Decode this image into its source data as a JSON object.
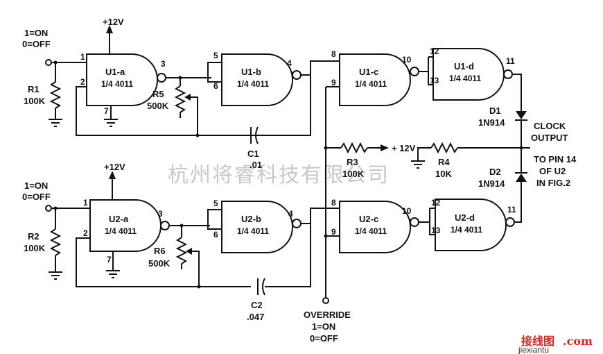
{
  "supply": {
    "u1": "+12V",
    "u2": "+12V",
    "r3": "+ 12V"
  },
  "switch_labels": {
    "u1_on": "1=ON",
    "u1_off": "0=OFF",
    "u2_on": "1=ON",
    "u2_off": "0=OFF"
  },
  "override": {
    "title": "OVERRIDE",
    "on": "1=ON",
    "off": "0=OFF"
  },
  "gates": {
    "u1a": {
      "name": "U1-a",
      "part": "1/4 4011",
      "in1": "1",
      "in2": "2",
      "gnd": "7",
      "out": "3"
    },
    "u1b": {
      "name": "U1-b",
      "part": "1/4 4011",
      "in1": "5",
      "in2": "6",
      "out": "4"
    },
    "u1c": {
      "name": "U1-c",
      "part": "1/4 4011",
      "in1": "8",
      "in2": "9",
      "out": "10"
    },
    "u1d": {
      "name": "U1-d",
      "part": "1/4 4011",
      "in1": "12",
      "in2": "13",
      "out": "11"
    },
    "u2a": {
      "name": "U2-a",
      "part": "1/4 4011",
      "in1": "1",
      "in2": "2",
      "gnd": "7",
      "out": "3"
    },
    "u2b": {
      "name": "U2-b",
      "part": "1/4 4011",
      "in1": "5",
      "in2": "6",
      "out": "4"
    },
    "u2c": {
      "name": "U2-c",
      "part": "1/4 4011",
      "in1": "8",
      "in2": "9",
      "out": "10"
    },
    "u2d": {
      "name": "U2-d",
      "part": "1/4 4011",
      "in1": "12",
      "in2": "13",
      "out": "11"
    }
  },
  "components": {
    "r1": {
      "name": "R1",
      "value": "100K"
    },
    "r2": {
      "name": "R2",
      "value": "100K"
    },
    "r3": {
      "name": "R3",
      "value": "100K"
    },
    "r4": {
      "name": "R4",
      "value": "10K"
    },
    "r5": {
      "name": "R5",
      "value": "500K"
    },
    "r6": {
      "name": "R6",
      "value": "500K"
    },
    "c1": {
      "name": "C1",
      "value": ".01"
    },
    "c2": {
      "name": "C2",
      "value": ".047"
    },
    "d1": {
      "name": "D1",
      "value": "1N914"
    },
    "d2": {
      "name": "D2",
      "value": "1N914"
    }
  },
  "outputs": {
    "clock_1": "CLOCK",
    "clock_2": "OUTPUT",
    "pin_1": "TO PIN 14",
    "pin_2": "OF U2",
    "pin_3": "IN FIG.2"
  },
  "watermark": "杭州将睿科技有限公司",
  "site": {
    "cn": "接线图",
    "en": "jiexiantu",
    "dot": ".com"
  }
}
